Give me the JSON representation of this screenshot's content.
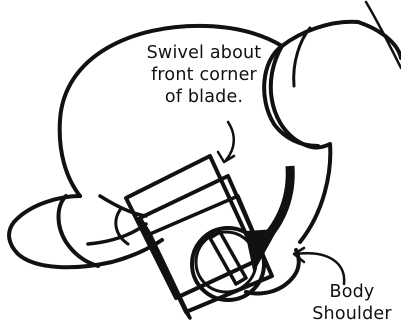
{
  "callouts": {
    "swivel": [
      "Swivel about",
      "front corner",
      "of blade."
    ],
    "body_shoulder": [
      "Body",
      "Shoulder"
    ]
  },
  "colors": {
    "ink": "#111111",
    "paper": "#ffffff"
  }
}
